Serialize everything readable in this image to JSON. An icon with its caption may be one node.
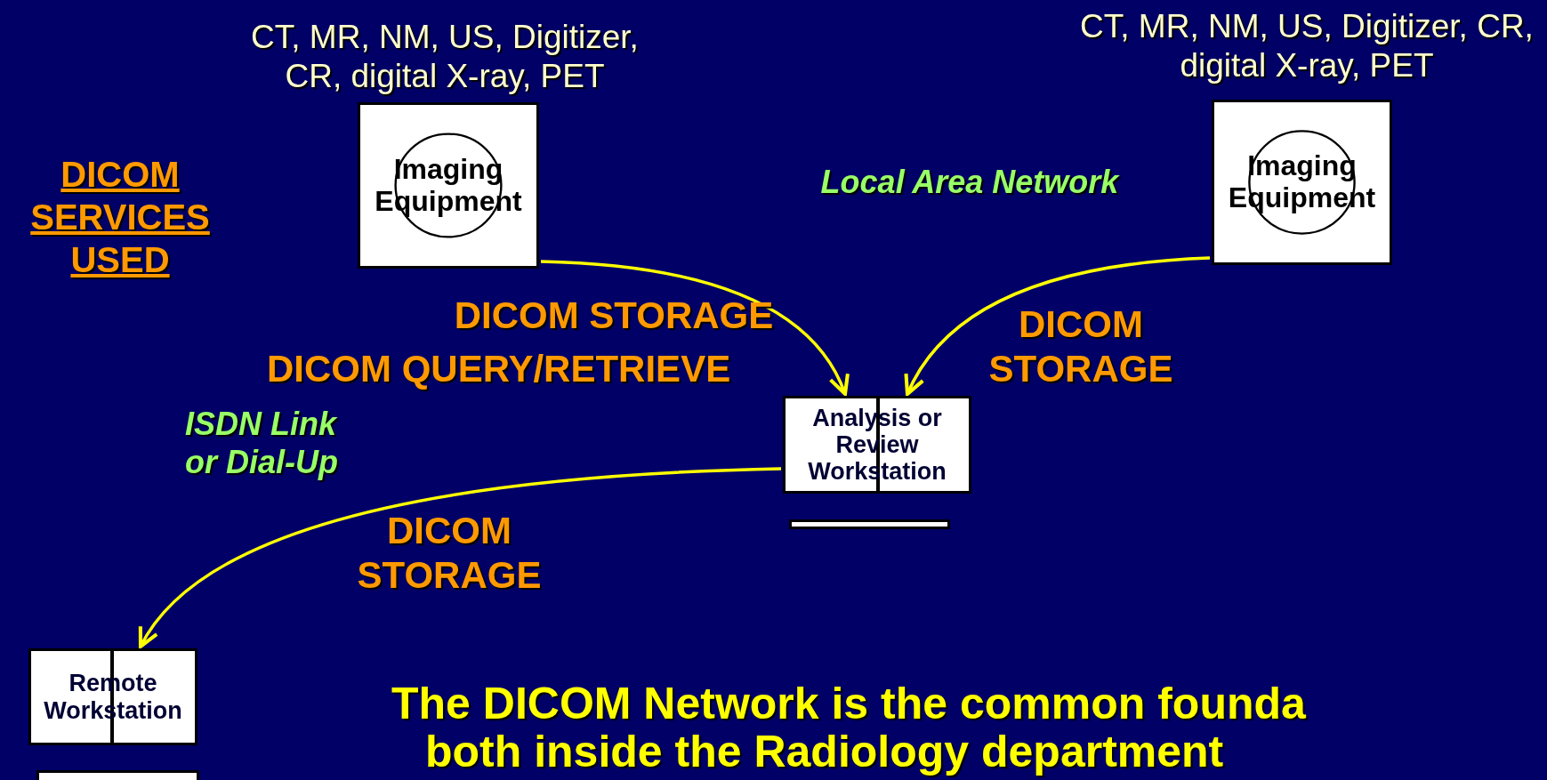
{
  "diagram": {
    "nodes": [
      {
        "text": [
          "Imaging Equipment"
        ],
        "beside": [
          "CT, MR, NM, US, Digitizer, CR, digital X-ray, PET"
        ]
      },
      {
        "text": [
          "Imaging Equipment"
        ],
        "beside": [
          "CT, MR, NM, US, Digitizer, CR, digital X-ray, PET"
        ]
      },
      {
        "text": [
          "Analysis or Review Workstation"
        ]
      },
      {
        "text": [
          "Remote Workstation"
        ]
      }
    ],
    "edges": [
      {
        "from": 0,
        "to": 2,
        "arrow": "to"
      },
      {
        "from": 1,
        "to": 2,
        "arrow": "to"
      },
      {
        "from": 2,
        "to": 3,
        "arrow": "to"
      }
    ],
    "labels": [
      "DICOM SERVICES USED",
      "Local Area Network",
      "DICOM STORAGE",
      "DICOM QUERY/RETRIEVE",
      "DICOM STORAGE",
      "ISDN Link or Dial-Up",
      "DICOM STORAGE",
      "The DICOM Network is the common founda",
      "both inside the Radiology department"
    ]
  }
}
